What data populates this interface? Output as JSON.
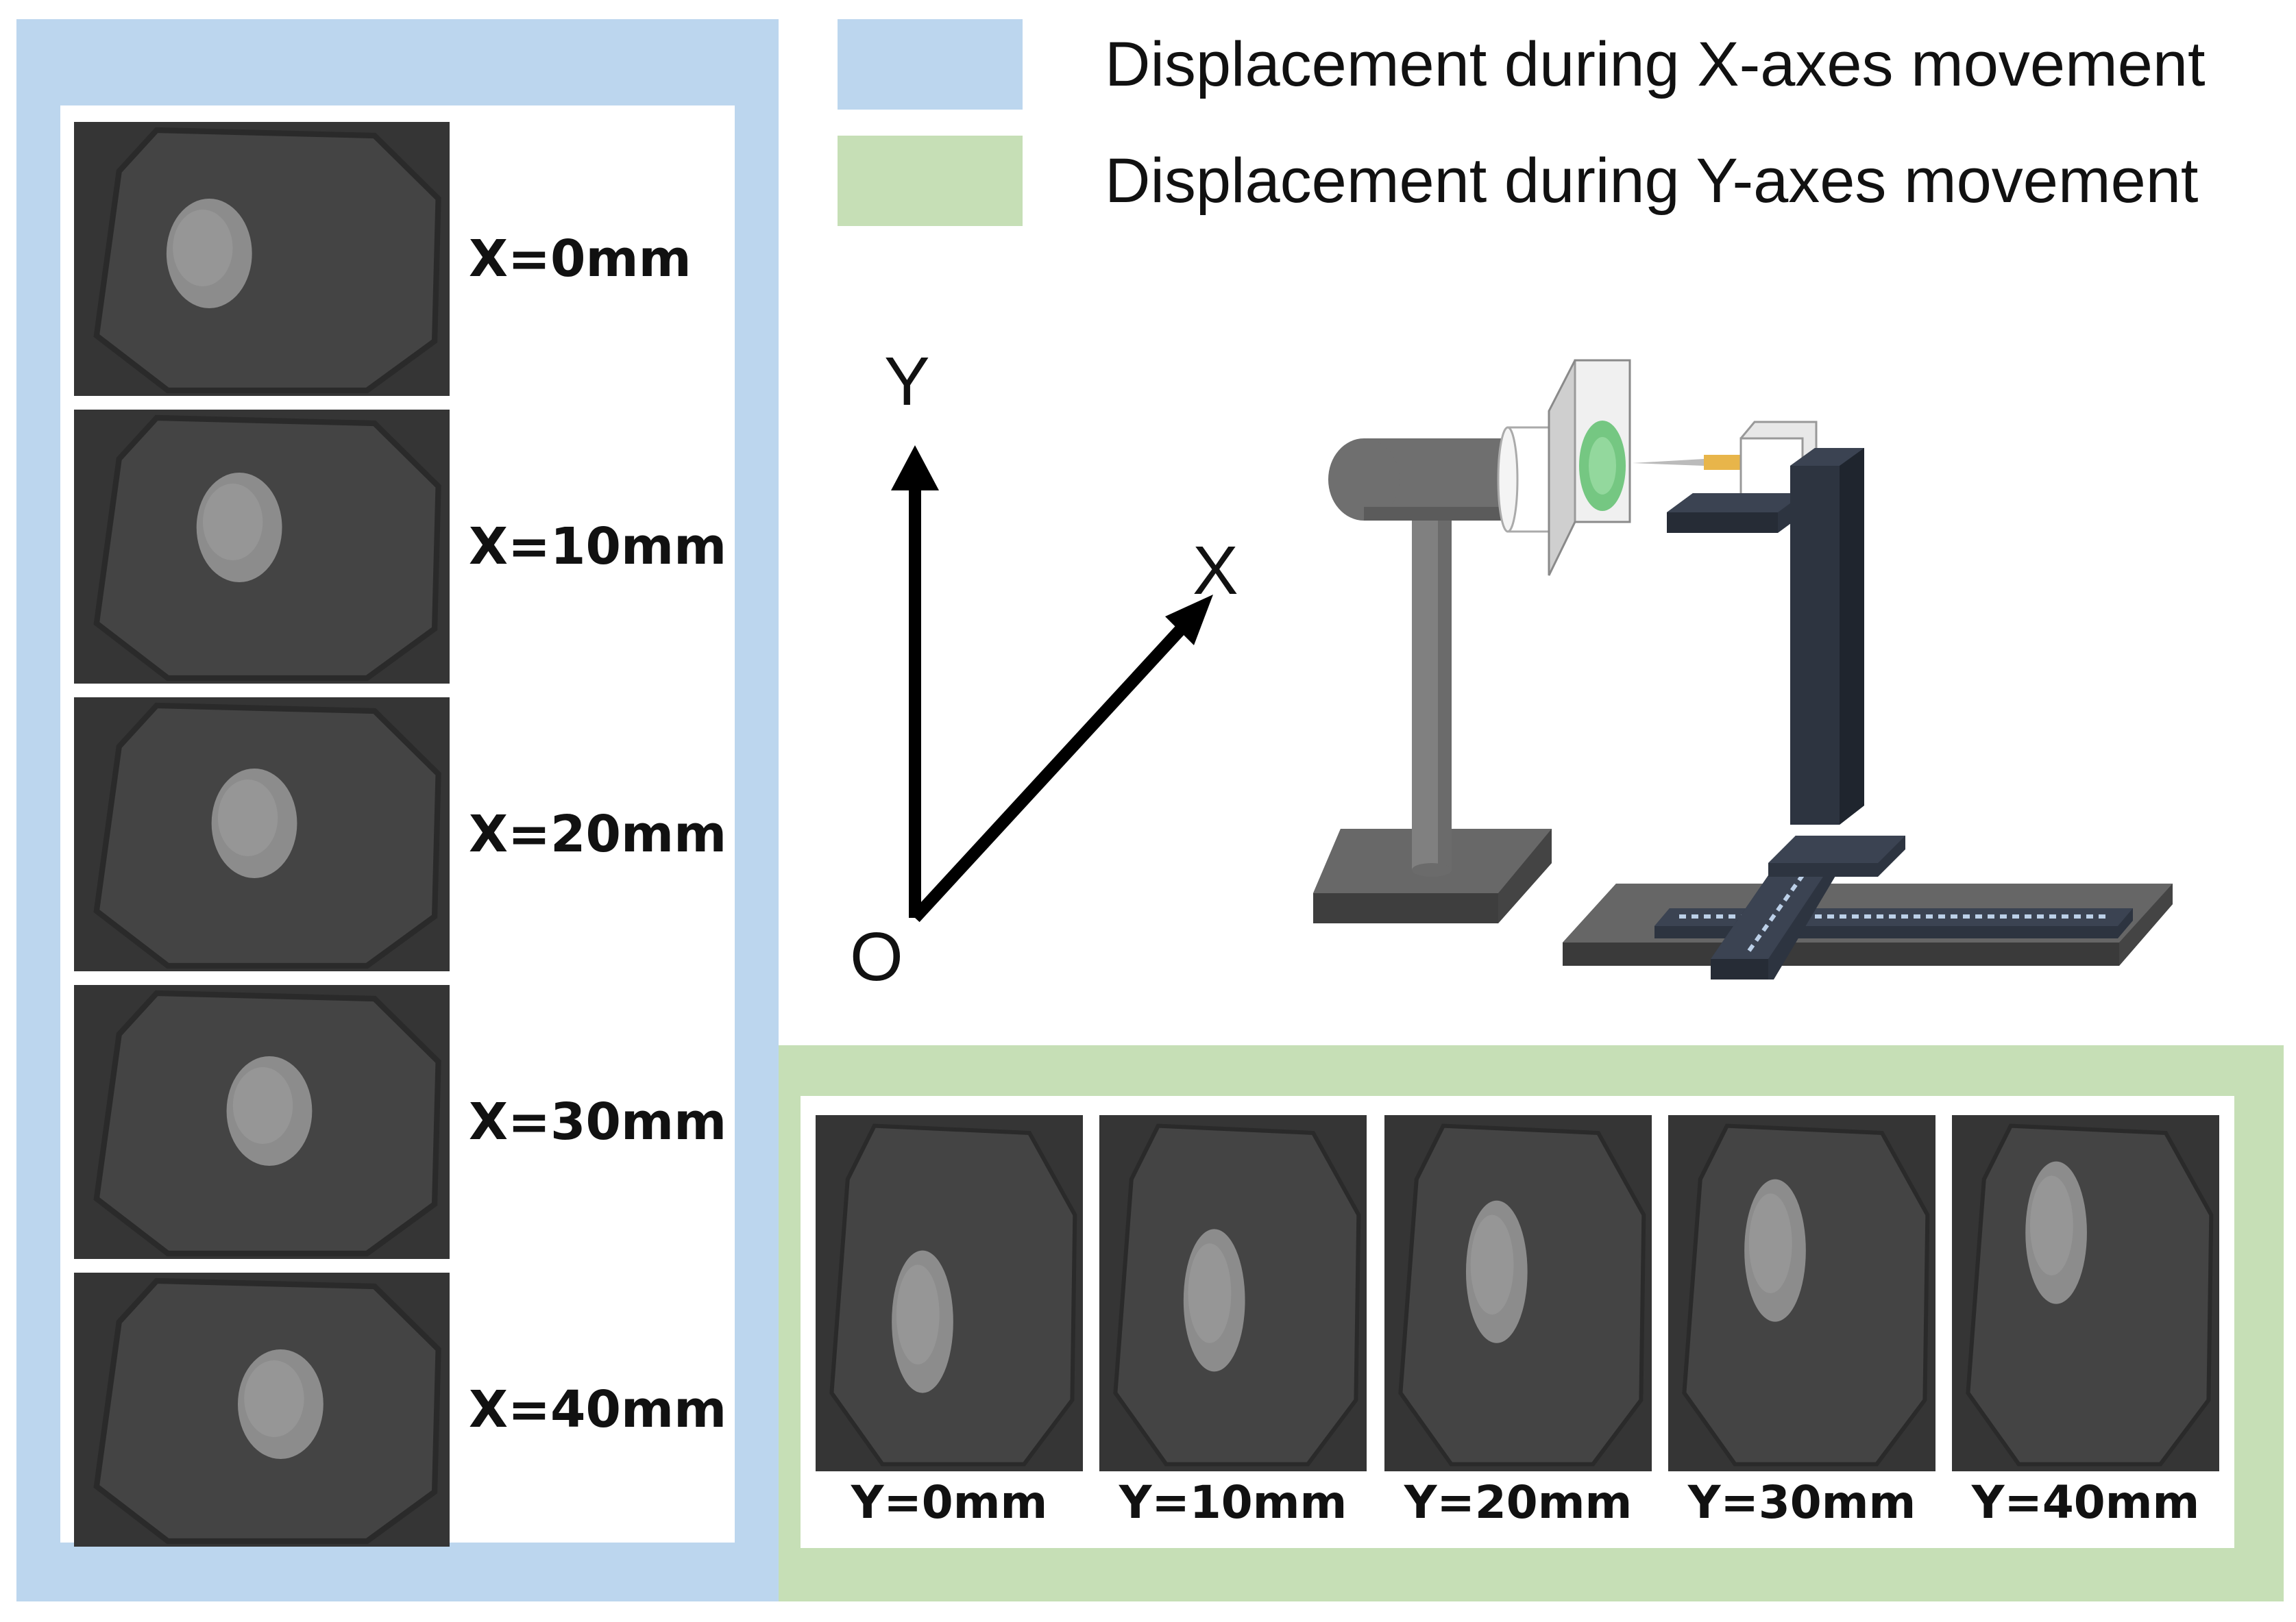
{
  "legend": {
    "x_item": {
      "label": "Displacement during X-axes movement",
      "color": "#bcd6ee"
    },
    "y_item": {
      "label": "Displacement during Y-axes movement",
      "color": "#c6dfb6"
    }
  },
  "axes": {
    "y_label": "Y",
    "x_label": "X",
    "origin_label": "O"
  },
  "x_panel": {
    "color": "#bcd6ee",
    "rows": [
      {
        "label": "X=0mm",
        "spot_x": 0.36,
        "spot_y": 0.48
      },
      {
        "label": "X=10mm",
        "spot_x": 0.44,
        "spot_y": 0.43
      },
      {
        "label": "X=20mm",
        "spot_x": 0.48,
        "spot_y": 0.46
      },
      {
        "label": "X=30mm",
        "spot_x": 0.52,
        "spot_y": 0.46
      },
      {
        "label": "X=40mm",
        "spot_x": 0.55,
        "spot_y": 0.48
      }
    ]
  },
  "y_panel": {
    "color": "#c6dfb6",
    "cells": [
      {
        "label": "Y=0mm",
        "spot_x": 0.4,
        "spot_y": 0.58
      },
      {
        "label": "Y=10mm",
        "spot_x": 0.43,
        "spot_y": 0.52
      },
      {
        "label": "Y=20mm",
        "spot_x": 0.42,
        "spot_y": 0.44
      },
      {
        "label": "Y=30mm",
        "spot_x": 0.4,
        "spot_y": 0.38
      },
      {
        "label": "Y=40mm",
        "spot_x": 0.39,
        "spot_y": 0.33
      }
    ]
  }
}
